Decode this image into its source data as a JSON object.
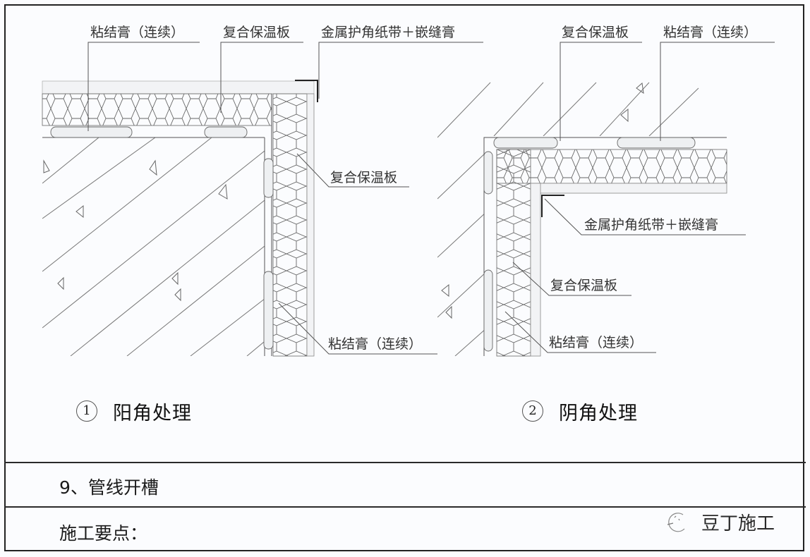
{
  "diagram_left": {
    "caption_number": "1",
    "caption": "阳角处理",
    "labels": {
      "adhesive_top": "粘结膏（连续）",
      "board_top": "复合保温板",
      "corner_tape_top": "金属护角纸带＋嵌缝膏",
      "board_right": "复合保温板",
      "adhesive_bottom": "粘结膏（连续）"
    }
  },
  "diagram_right": {
    "caption_number": "2",
    "caption": "阴角处理",
    "labels": {
      "board_top": "复合保温板",
      "adhesive_top": "粘结膏（连续）",
      "corner_tape_right": "金属护角纸带＋嵌缝膏",
      "board_right": "复合保温板",
      "adhesive_bottom": "粘结膏（连续）"
    }
  },
  "rows": {
    "section_title": "9、管线开槽",
    "construction_points": "施工要点："
  },
  "watermark": {
    "text": "豆丁施工"
  },
  "colors": {
    "line": "#555555",
    "border": "#222222",
    "background": "#fbfcfe"
  }
}
